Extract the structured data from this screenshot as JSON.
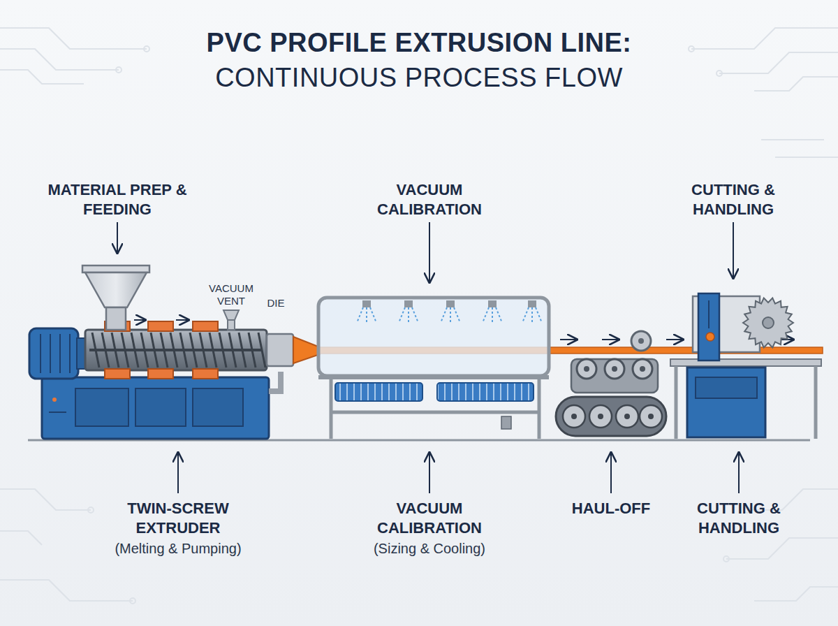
{
  "diagram": {
    "title": "PVC PROFILE EXTRUSION LINE: CONTINUOUS PROCESS FLOW",
    "labels": [
      "MATERIAL PREP & FEEDING",
      "VACUUM CALIBRATION",
      "CUTTING & HANDLING",
      "VACUUM VENT",
      "DIE",
      "TWIN-SCREW EXTRUDER",
      "(Melting & Pumping)",
      "VACUUM CALIBRATION",
      "(Sizing & Cooling)",
      "HAUL-OFF",
      "CUTTING & HANDLING"
    ]
  }
}
